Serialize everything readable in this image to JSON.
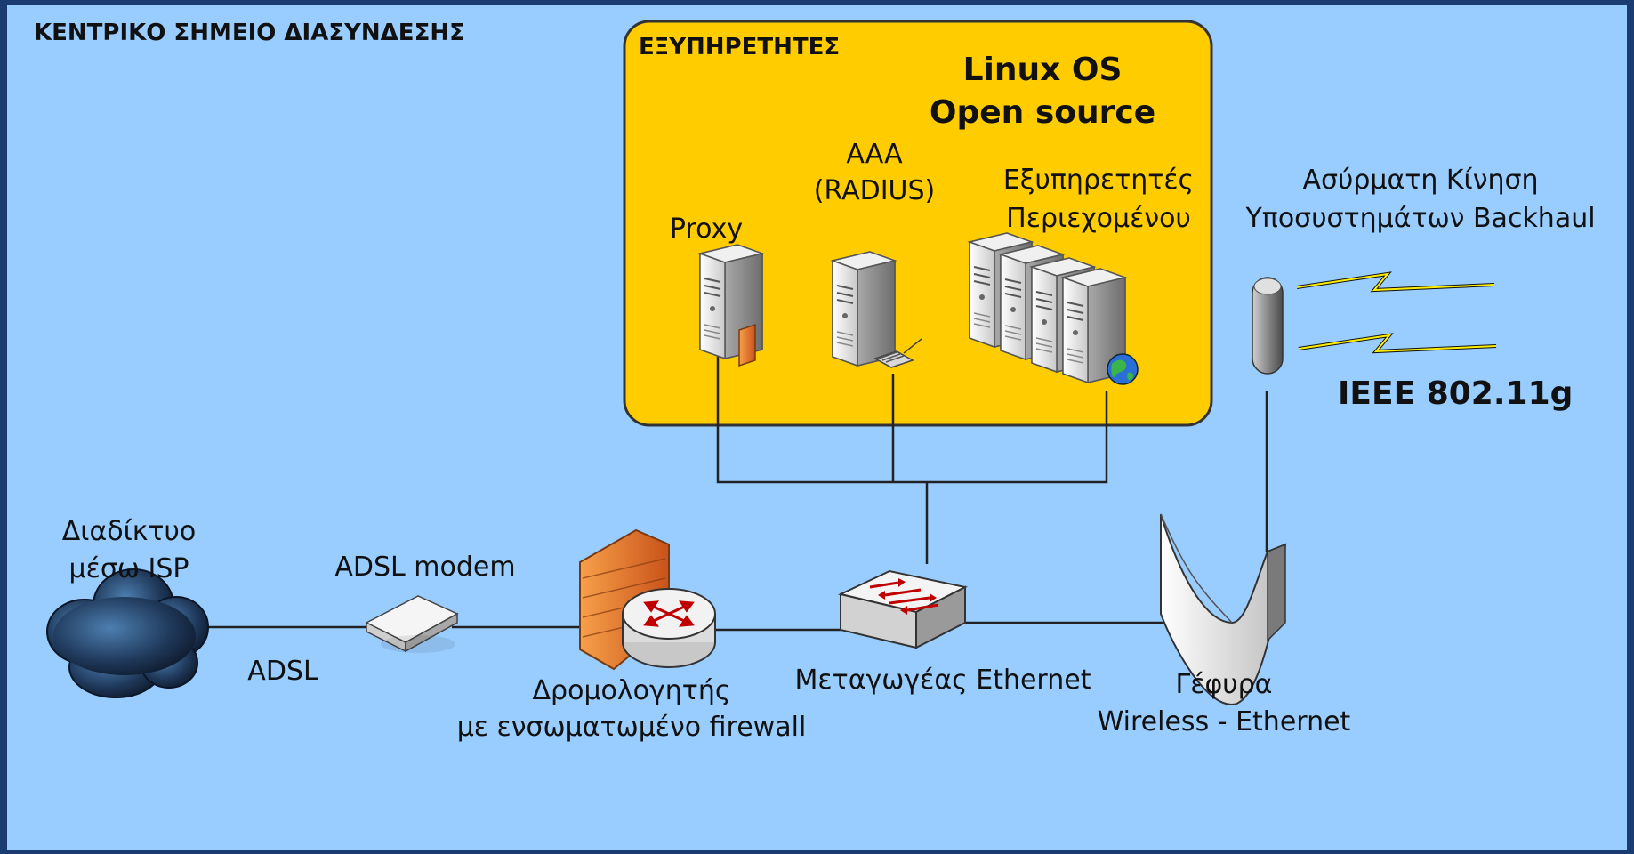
{
  "colors": {
    "background": "#99ccff",
    "frame": "#1a3c73",
    "server_panel": "#ffcc00",
    "panel_border": "#333333",
    "link": "#222222",
    "lightning": "#ffee00"
  },
  "diagram": {
    "title": "ΚΕΝΤΡΙΚΟ ΣΗΜΕΙΟ ΔΙΑΣΥΝΔΕΣΗΣ",
    "servers_panel": {
      "title": "ΕΞΥΠΗΡΕΤΗΤΕΣ",
      "os_line1": "Linux OS",
      "os_line2": "Open source",
      "proxy": "Proxy",
      "aaa_line1": "AAA",
      "aaa_line2": "(RADIUS)",
      "content_line1": "Εξυπηρετητές",
      "content_line2": "Περιεχομένου"
    },
    "internet_line1": "Διαδίκτυο",
    "internet_line2": "μέσω ISP",
    "adsl_link": "ADSL",
    "modem": "ADSL modem",
    "router_line1": "Δρομολογητής",
    "router_line2": "με ενσωματωμένο firewall",
    "switch": "Μεταγωγέας Ethernet",
    "bridge_line1": "Γέφυρα",
    "bridge_line2": "Wireless - Ethernet",
    "backhaul_line1": "Ασύρματη Κίνηση",
    "backhaul_line2": "Υποσυστημάτων Backhaul",
    "standard": "IEEE 802.11g"
  }
}
